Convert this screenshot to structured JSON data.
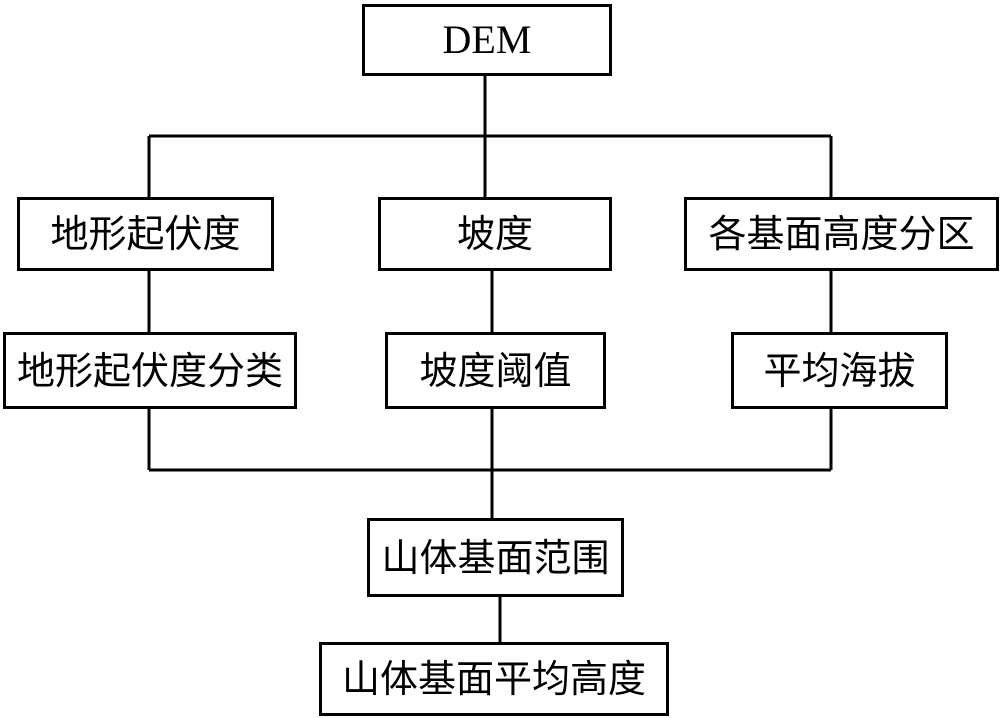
{
  "diagram": {
    "root": "DEM",
    "branches": [
      {
        "factor": "地形起伏度",
        "derived": "地形起伏度分类"
      },
      {
        "factor": "坡度",
        "derived": "坡度阈值"
      },
      {
        "factor": "各基面高度分区",
        "derived": "平均海拔"
      }
    ],
    "merged": "山体基面范围",
    "result": "山体基面平均高度"
  }
}
